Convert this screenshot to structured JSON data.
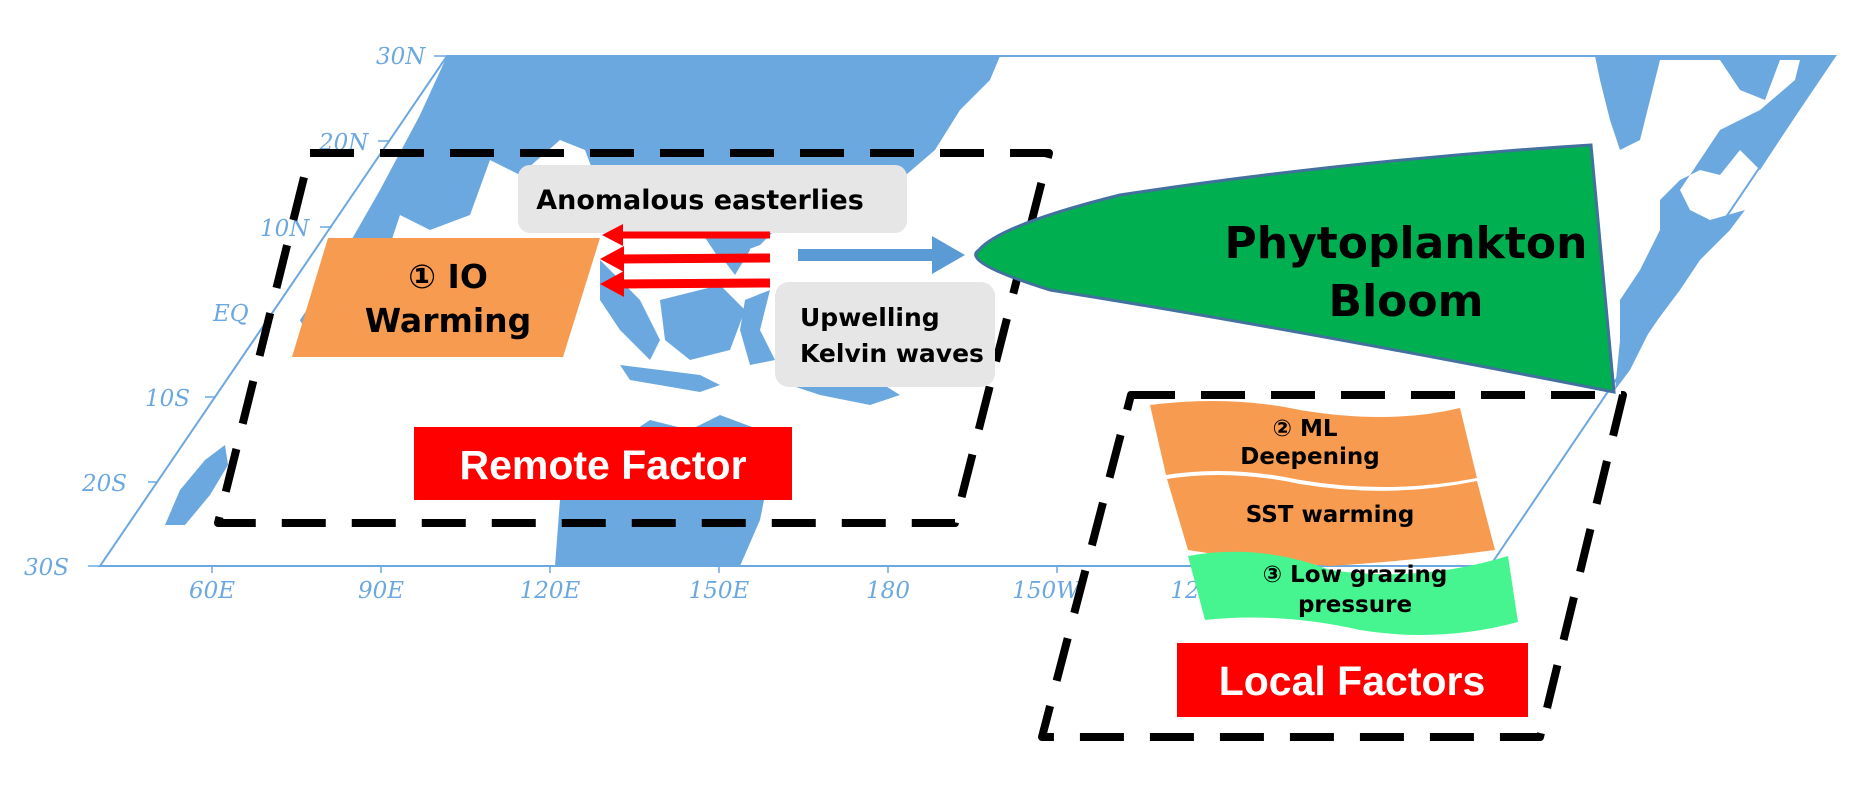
{
  "colors": {
    "ocean_land_fill": "#6CA8E0",
    "map_border": "#6CA8E0",
    "io_warming_fill": "#F79B51",
    "label_box_fill": "#E6E6E6",
    "easterly_arrow": "#FF0000",
    "kelvin_arrow": "#5B9BD5",
    "bloom_fill": "#00B050",
    "bloom_border": "#41719C",
    "local_orange": "#F79B51",
    "local_green": "#47F590",
    "factor_label_fill": "#FF0000",
    "dashed_box": "#000000"
  },
  "map": {
    "lat_labels": [
      "30N",
      "20N",
      "10N",
      "EQ",
      "10S",
      "20S",
      "30S"
    ],
    "lon_labels": [
      "60E",
      "90E",
      "120E",
      "150E",
      "180",
      "150W",
      "12"
    ]
  },
  "remote": {
    "title": "Remote Factor",
    "io_warming": {
      "line1": "① IO",
      "line2": "Warming"
    },
    "easterlies_label": "Anomalous easterlies",
    "kelvin_label": {
      "line1": "Upwelling",
      "line2": "Kelvin waves"
    }
  },
  "bloom": {
    "line1": "Phytoplankton",
    "line2": "Bloom"
  },
  "local": {
    "title": "Local Factors",
    "banners": [
      {
        "line1": "② ML",
        "line2": "Deepening"
      },
      {
        "line1": "SST warming"
      },
      {
        "line1": "③ Low grazing",
        "line2": "pressure"
      }
    ]
  }
}
